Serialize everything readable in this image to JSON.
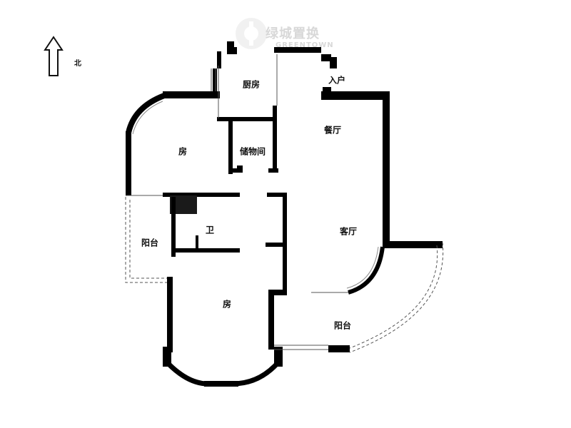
{
  "compass": {
    "label": "北",
    "icon": "north-arrow-icon"
  },
  "watermark": {
    "logo": "greentown-logo-icon",
    "name_cn": "绿城置换",
    "name_en": "GREENTOWN"
  },
  "rooms": {
    "kitchen": "厨房",
    "entrance": "入户",
    "dining": "餐厅",
    "storage": "储物间",
    "bedroom_north": "房",
    "bathroom": "卫",
    "balcony_west": "阳台",
    "living": "客厅",
    "bedroom_south": "房",
    "balcony_south": "阳台"
  },
  "colors": {
    "wall": "#000000",
    "background": "#ffffff",
    "dashed_outline": "#555555",
    "watermark": "#d8d8d8"
  }
}
